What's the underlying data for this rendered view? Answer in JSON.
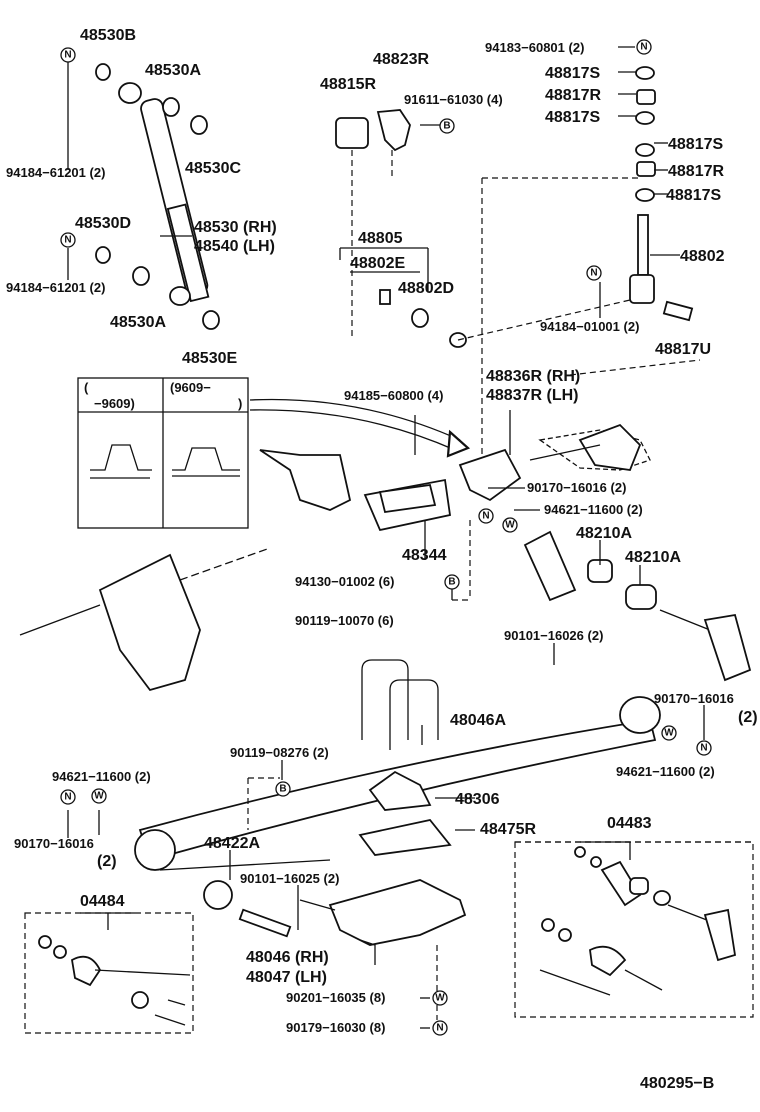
{
  "labels": {
    "p48530B": "48530B",
    "p48530A_top": "48530A",
    "p48530C": "48530C",
    "n94184_61201_a": "94184−61201 (2)",
    "p48530D": "48530D",
    "p48530": "48530 (RH)",
    "p48540": "48540 (LH)",
    "n94184_61201_b": "94184−61201 (2)",
    "p48530A_bot": "48530A",
    "p48530E": "48530E",
    "p48815R": "48815R",
    "p48823R": "48823R",
    "n91611_61030": "91611−61030 (4)",
    "p48805": "48805",
    "p48802E": "48802E",
    "p48802D": "48802D",
    "n94183_60801": "94183−60801 (2)",
    "p48817S_1": "48817S",
    "p48817R_1": "48817R",
    "p48817S_2": "48817S",
    "p48817S_3": "48817S",
    "p48817R_2": "48817R",
    "p48817S_4": "48817S",
    "p48802": "48802",
    "n94184_01001": "94184−01001 (2)",
    "p48817U": "48817U",
    "n94185_60800": "94185−60800 (4)",
    "p48836R": "48836R (RH)",
    "p48837R": "48837R (LH)",
    "n90170_16016_a": "90170−16016 (2)",
    "n94621_11600_a": "94621−11600 (2)",
    "p48344": "48344",
    "p48210A_1": "48210A",
    "p48210A_2": "48210A",
    "n94130_01002": "94130−01002 (6)",
    "n90119_10070": "90119−10070 (6)",
    "n90101_16026": "90101−16026 (2)",
    "p48046A": "48046A",
    "n90170_16016_b": "90170−16016",
    "n90170_16016_b2": "(2)",
    "n94621_11600_b": "94621−11600 (2)",
    "n90119_08276": "90119−08276 (2)",
    "n94621_11600_c": "94621−11600 (2)",
    "p48306": "48306",
    "n90170_16016_c": "90170−16016",
    "n90170_16016_c2": "(2)",
    "p48422A": "48422A",
    "p48475R": "48475R",
    "p04483": "04483",
    "p04484": "04484",
    "n90101_16025": "90101−16025 (2)",
    "p48046": "48046 (RH)",
    "p48047": "48047 (LH)",
    "n90201_16035": "90201−16035 (8)",
    "n90179_16030": "90179−16030 (8)",
    "inset_left": "(",
    "inset_left2": "−9609)",
    "inset_right": "(9609−",
    "inset_right2": ")",
    "diagram_id": "480295−B"
  },
  "symbols": {
    "N": "N",
    "W": "W",
    "B": "B"
  }
}
